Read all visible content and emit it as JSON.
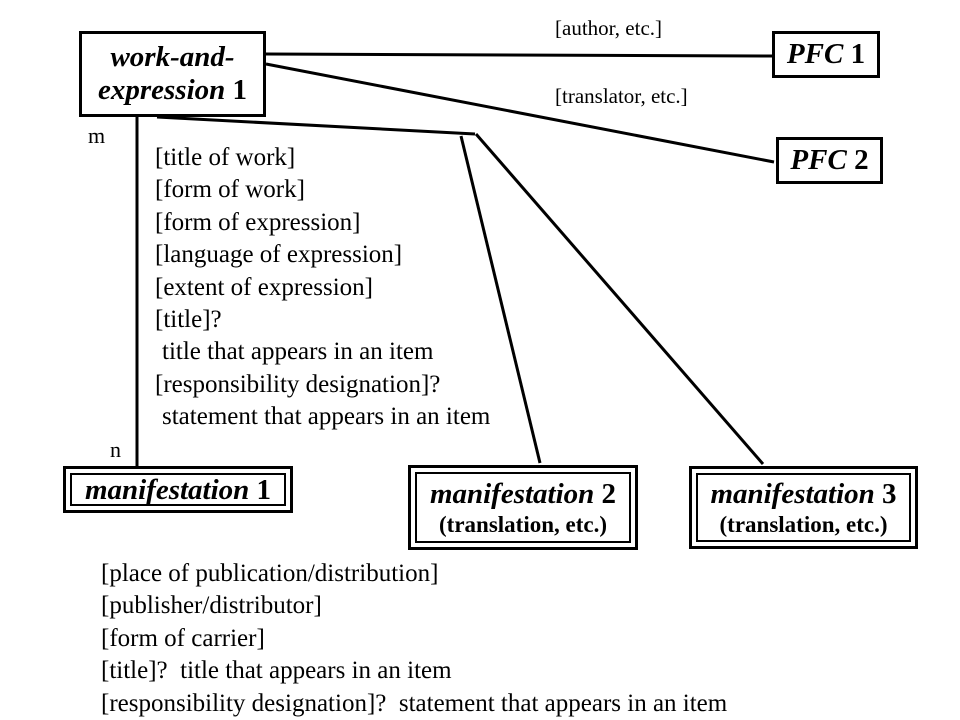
{
  "colors": {
    "background": "#ffffff",
    "line": "#000000",
    "text": "#000000"
  },
  "entities": {
    "work_expression": {
      "line1": "work-and-",
      "line2_name": "expression",
      "line2_number": "1"
    },
    "pfc1": {
      "name": "PFC",
      "number": "1"
    },
    "pfc2": {
      "name": "PFC",
      "number": "2"
    },
    "manifestation1": {
      "name": "manifestation",
      "number": "1"
    },
    "manifestation2": {
      "name": "manifestation",
      "number": "2",
      "subtitle": "(translation, etc.)"
    },
    "manifestation3": {
      "name": "manifestation",
      "number": "3",
      "subtitle": "(translation, etc.)"
    }
  },
  "relationship_labels": {
    "author": "[author, etc.]",
    "translator": "[translator, etc.]"
  },
  "cardinality": {
    "m": "m",
    "n": "n"
  },
  "work_expression_attributes": {
    "items": [
      "[title of work]",
      "[form of work]",
      "[form of expression]",
      "[language of expression]",
      "[extent of expression]",
      "[title]?",
      "title that appears in an item",
      "[responsibility designation]?",
      "statement that appears in an item"
    ]
  },
  "manifestation_attributes": {
    "items": [
      "[place of publication/distribution]",
      "[publisher/distributor]",
      "[form of carrier]",
      "[title]?  title that appears in an item",
      "[responsibility designation]?  statement that appears in an item"
    ]
  }
}
